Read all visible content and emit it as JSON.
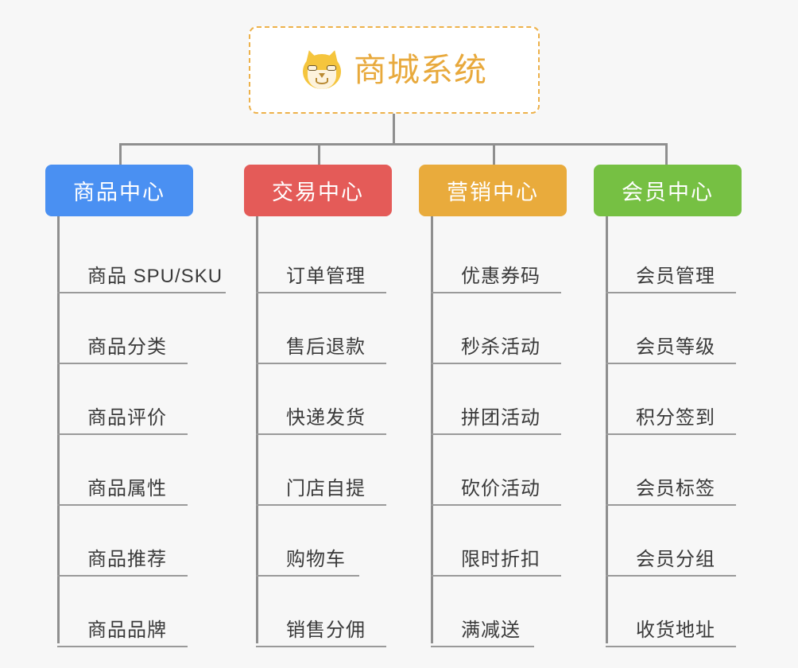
{
  "page": {
    "background_color": "#f7f7f7",
    "type": "organization-chart"
  },
  "root": {
    "title": "商城系统",
    "icon": "dog-face-emoji",
    "border_color": "#edb14a",
    "text_color": "#e8a93c",
    "fill_color": "#ffffff"
  },
  "connector": {
    "color": "#8f8f8f"
  },
  "columns": [
    {
      "header": "商品中心",
      "color": "#4a90f2",
      "items": [
        "商品 SPU/SKU",
        "商品分类",
        "商品评价",
        "商品属性",
        "商品推荐",
        "商品品牌"
      ]
    },
    {
      "header": "交易中心",
      "color": "#e45b58",
      "items": [
        "订单管理",
        "售后退款",
        "快递发货",
        "门店自提",
        "购物车",
        "销售分佣"
      ]
    },
    {
      "header": "营销中心",
      "color": "#e9ab3c",
      "items": [
        "优惠券码",
        "秒杀活动",
        "拼团活动",
        "砍价活动",
        "限时折扣",
        "满减送"
      ]
    },
    {
      "header": "会员中心",
      "color": "#76c043",
      "items": [
        "会员管理",
        "会员等级",
        "积分签到",
        "会员标签",
        "会员分组",
        "收货地址"
      ]
    }
  ]
}
